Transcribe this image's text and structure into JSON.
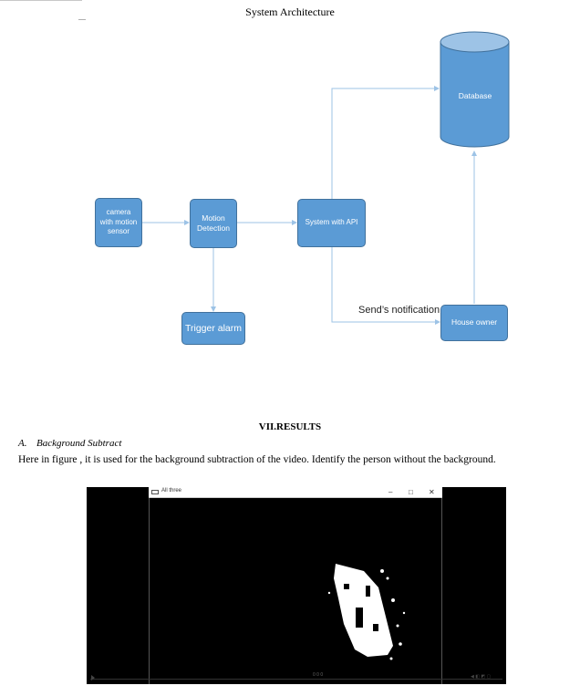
{
  "figure_title": "System Architecture",
  "diagram": {
    "camera": "camera\nwith motion\nsensor",
    "motion": "Motion\nDetection",
    "system": "System with API",
    "database": "Database",
    "alarm": "Trigger alarm",
    "owner": "House owner",
    "notification_label": "Send’s notification",
    "colors": {
      "box": "#5b9bd5",
      "border": "#41719c",
      "arrow": "#9dc3e6"
    }
  },
  "section": {
    "heading": "VII.RESULTS",
    "sub_number": "A.",
    "sub_title": "Background Subtract",
    "body": "Here in figure , it is used for the background subtraction of the video. Identify the person without the background."
  },
  "screenshot": {
    "window_title": "All three",
    "minimize": "–",
    "maximize": "□",
    "close": "✕",
    "status": "0 0 0"
  }
}
